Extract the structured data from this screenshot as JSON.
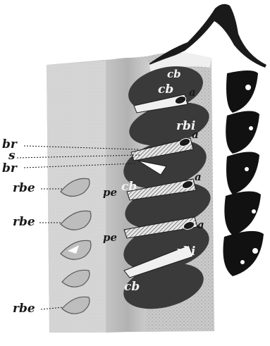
{
  "labels": {
    "cb_1": "cb",
    "cb_2": "cb",
    "cb_3": "cb",
    "cb_4": "cb",
    "rbi_1": "rbi",
    "rbi_2": "rbi",
    "pe_1": "pe",
    "pe_2": "pe",
    "br_1": "br",
    "s": "s",
    "br_2": "br",
    "rbe_1": "rbe",
    "rbe_2": "rbe",
    "rbe_3": "rbe",
    "a_1": "a",
    "a_2": "a",
    "a_3": "a",
    "a_4": "a"
  }
}
